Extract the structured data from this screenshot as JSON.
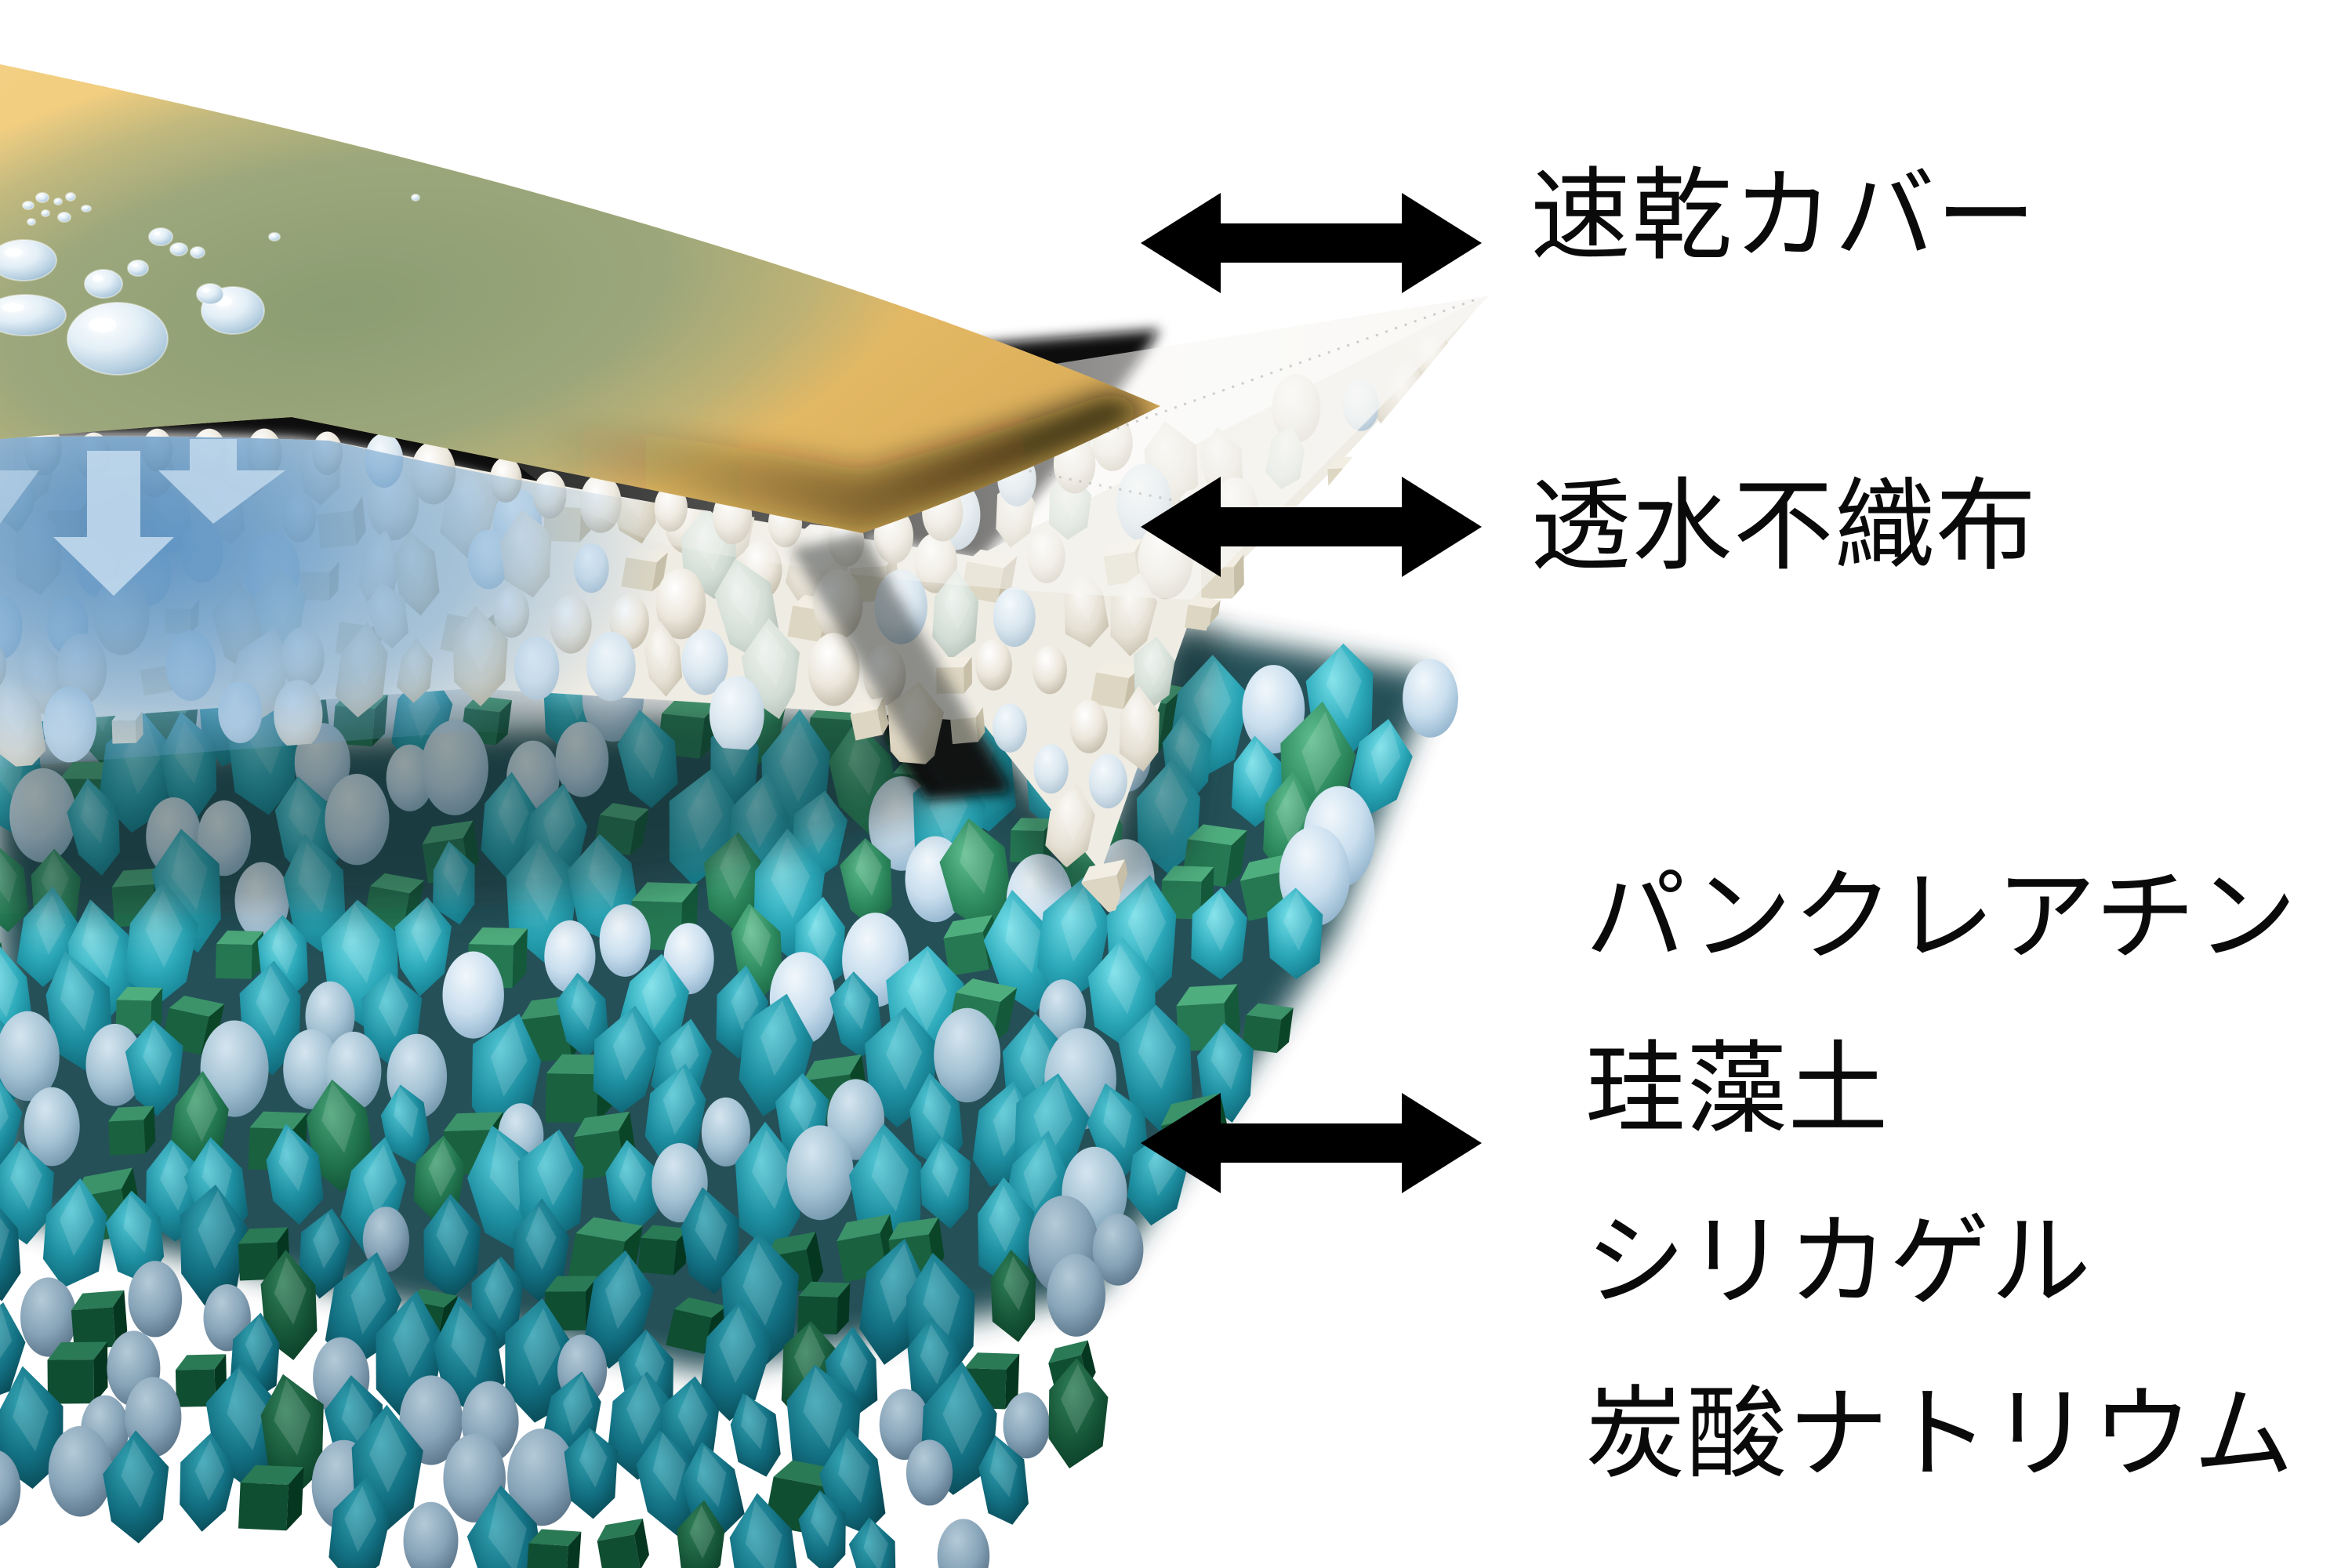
{
  "callouts": [
    {
      "id": "quick-dry-cover",
      "lines": [
        "速乾カバー"
      ]
    },
    {
      "id": "permeable-nonwoven",
      "lines": [
        "透水不織布"
      ]
    },
    {
      "id": "absorbent-core",
      "lines": [
        "パンクレアチン",
        "珪藻土",
        "シリカゲル",
        "炭酸ナトリウム"
      ]
    }
  ],
  "colors": {
    "background": "#ffffff",
    "cover_sheet_yellow": "#edc674",
    "wet_spot_olive": "#97a57d",
    "cover_underside_black": "#070707",
    "nonwoven_white": "#efece4",
    "absorbed_water_blue": "#6ca0cd",
    "water_droplet": "#dcebf4",
    "granule_teal": "#2ba8b9",
    "granule_green": "#2f8c60",
    "granule_sphere_blue": "#c9deee",
    "annotation_arrow": "#000000",
    "label_text": "#0a0a0a"
  }
}
